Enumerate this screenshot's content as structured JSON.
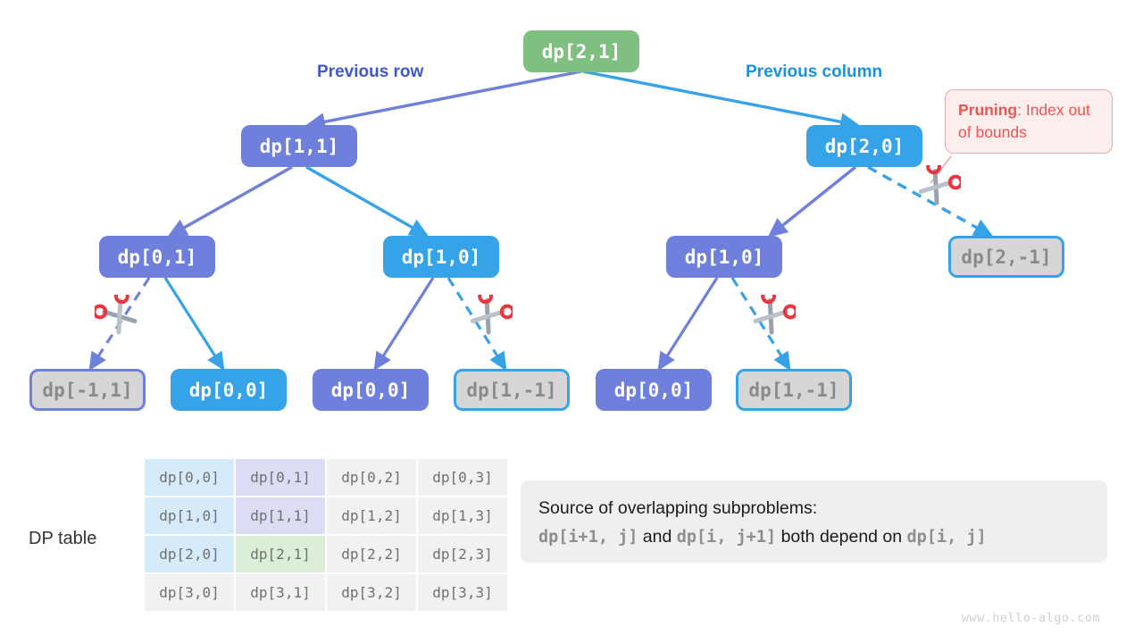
{
  "title": "Dynamic programming recursion tree with pruning",
  "colors": {
    "green": "#7fbf7f",
    "purple": "#6f7fdc",
    "blue": "#36a2e8",
    "pruned_fill": "#d6d6d6",
    "pruned_text": "#8a8a8a",
    "scissors_red": "#e8353f",
    "scissors_gray": "#9aa3ad",
    "callout_bg": "#fdeeee",
    "callout_border": "#f0a8a8",
    "callout_text": "#ef5350",
    "label_row": "#4058c8",
    "label_col": "#1a92e0"
  },
  "edge_labels": {
    "previous_row": "Previous row",
    "previous_column": "Previous column"
  },
  "callout": {
    "bold": "Pruning",
    "rest": ": Index out of bounds"
  },
  "tree": {
    "root": {
      "label": "dp[2,1]",
      "style": "green"
    },
    "level2": [
      {
        "label": "dp[1,1]",
        "style": "purple"
      },
      {
        "label": "dp[2,0]",
        "style": "blue"
      }
    ],
    "level3": [
      {
        "label": "dp[0,1]",
        "style": "purple"
      },
      {
        "label": "dp[1,0]",
        "style": "blue"
      },
      {
        "label": "dp[1,0]",
        "style": "purple"
      },
      {
        "label": "dp[2,-1]",
        "style": "pruned-blue"
      }
    ],
    "level4": [
      {
        "label": "dp[-1,1]",
        "style": "pruned-purple"
      },
      {
        "label": "dp[0,0]",
        "style": "blue"
      },
      {
        "label": "dp[0,0]",
        "style": "purple"
      },
      {
        "label": "dp[1,-1]",
        "style": "pruned-blue"
      },
      {
        "label": "dp[0,0]",
        "style": "purple"
      },
      {
        "label": "dp[1,-1]",
        "style": "pruned-blue"
      }
    ]
  },
  "dp_table": {
    "caption": "DP table",
    "rows": [
      [
        {
          "text": "dp[0,0]",
          "fill": "blue"
        },
        {
          "text": "dp[0,1]",
          "fill": "purple"
        },
        {
          "text": "dp[0,2]",
          "fill": "plain"
        },
        {
          "text": "dp[0,3]",
          "fill": "plain"
        }
      ],
      [
        {
          "text": "dp[1,0]",
          "fill": "blue"
        },
        {
          "text": "dp[1,1]",
          "fill": "purple"
        },
        {
          "text": "dp[1,2]",
          "fill": "plain"
        },
        {
          "text": "dp[1,3]",
          "fill": "plain"
        }
      ],
      [
        {
          "text": "dp[2,0]",
          "fill": "blue"
        },
        {
          "text": "dp[2,1]",
          "fill": "green"
        },
        {
          "text": "dp[2,2]",
          "fill": "plain"
        },
        {
          "text": "dp[2,3]",
          "fill": "plain"
        }
      ],
      [
        {
          "text": "dp[3,0]",
          "fill": "plain"
        },
        {
          "text": "dp[3,1]",
          "fill": "plain"
        },
        {
          "text": "dp[3,2]",
          "fill": "plain"
        },
        {
          "text": "dp[3,3]",
          "fill": "plain"
        }
      ]
    ]
  },
  "note": {
    "line1": "Source of overlapping subproblems:",
    "line2_code1": "dp[i+1, j]",
    "line2_word1": " and ",
    "line2_code2": "dp[i, j+1]",
    "line2_word2": " both depend on ",
    "line2_code3": "dp[i, j]"
  },
  "watermark": "www.hello-algo.com"
}
